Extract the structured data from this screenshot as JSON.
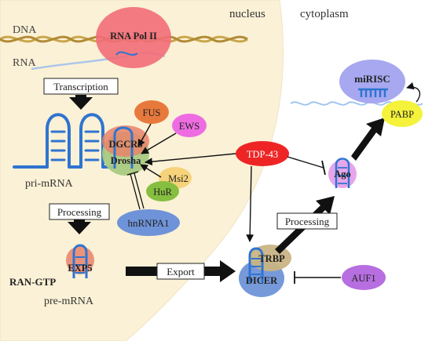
{
  "regions": {
    "nucleus": "nucleus",
    "cytoplasm": "cytoplasm"
  },
  "labels": {
    "dna": "DNA",
    "rna": "RNA",
    "rna_pol": "RNA Pol II",
    "transcription": "Transcription",
    "pri_mrna": "pri-mRNA",
    "processing_nuclear": "Processing",
    "exp5": "EXP5",
    "ran_gtp": "RAN-GTP",
    "pre_mrna": "pre-mRNA",
    "export": "Export",
    "dgcr8": "DGCR8",
    "drosha": "Drosha",
    "fus": "FUS",
    "ews": "EWS",
    "msi2": "Msi2",
    "hur": "HuR",
    "hnrnpa1": "hnRNPA1",
    "tdp43": "TDP-43",
    "ago": "Ago",
    "processing_cytoplasm": "Processing",
    "trbp": "TRBP",
    "dicer": "DICER",
    "auf1": "AUF1",
    "mirisc": "miRISC",
    "pabp": "PABP"
  },
  "colors": {
    "nucleus_fill": "#fbf1d6",
    "rna_pol_fill": "#f26d78",
    "fus_fill": "#e8793c",
    "ews_fill": "#ee6ce2",
    "dgcr8_fill": "#e8836a",
    "drosha_fill": "#a9c982",
    "msi2_fill": "#f6d37a",
    "hur_fill": "#86bf3f",
    "hnrnpa1_fill": "#6f93d8",
    "tdp43_fill": "#ee2525",
    "ago_fill": "#e6a6ea",
    "trbp_fill": "#c9b484",
    "dicer_fill": "#6f93d8",
    "auf1_fill": "#b66ee0",
    "mirisc_fill": "#a7a8ef",
    "pabp_fill": "#f4f23a",
    "rna_blue": "#2f74d0"
  }
}
